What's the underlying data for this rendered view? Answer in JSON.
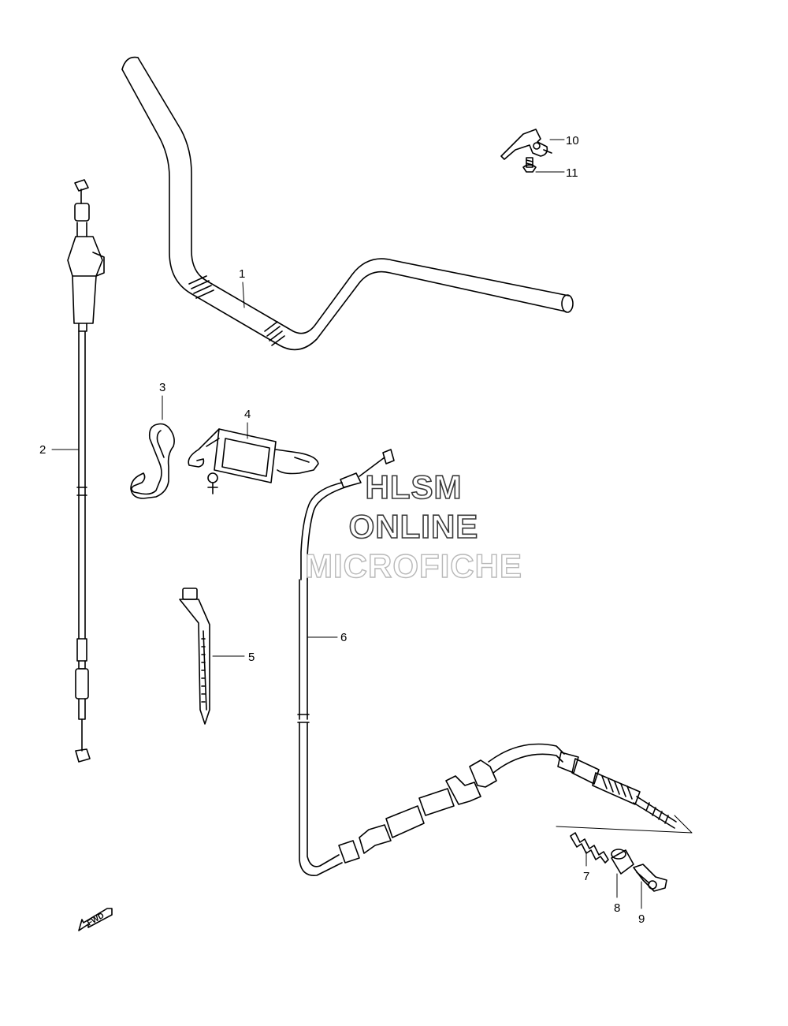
{
  "callouts": {
    "c1": "1",
    "c2": "2",
    "c3": "3",
    "c4": "4",
    "c5": "5",
    "c6": "6",
    "c7": "7",
    "c8": "8",
    "c9": "9",
    "c10": "10",
    "c11": "11"
  },
  "watermark": {
    "line1": "HLSM",
    "line2": "ONLINE",
    "line3": "MICROFICHE"
  },
  "fwd_label": "FWD",
  "colors": {
    "ink": "#000000",
    "background": "#ffffff"
  }
}
